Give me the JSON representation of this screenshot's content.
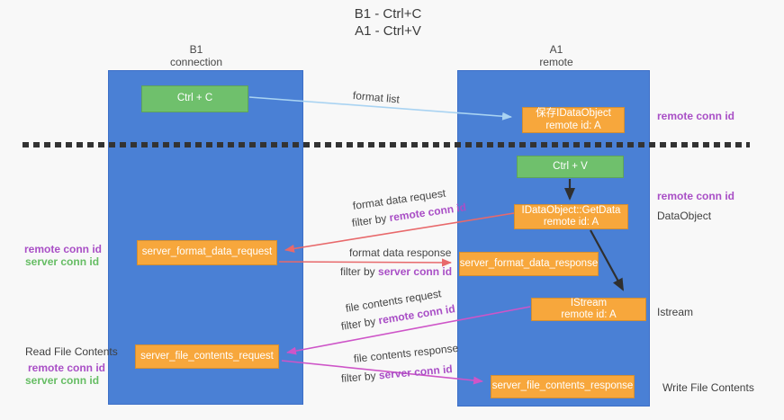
{
  "title": {
    "line1": "B1 - Ctrl+C",
    "line2": "A1 - Ctrl+V"
  },
  "lanes": {
    "left": {
      "name": "B1",
      "subtitle": "connection"
    },
    "right": {
      "name": "A1",
      "subtitle": "remote"
    }
  },
  "nodes": {
    "ctrl_c": {
      "label": "Ctrl + C"
    },
    "save_idataobject": {
      "line1": "保存IDataObject",
      "line2": "remote id: A"
    },
    "ctrl_v": {
      "label": "Ctrl + V"
    },
    "getdata": {
      "line1": "IDataObject::GetData",
      "line2": "remote id: A"
    },
    "server_format_data_request": {
      "label": "server_format_data_request"
    },
    "server_format_data_response": {
      "label": "server_format_data_response"
    },
    "istream": {
      "line1": "IStream",
      "line2": "remote id: A"
    },
    "server_file_contents_request": {
      "label": "server_file_contents_request"
    },
    "server_file_contents_response": {
      "label": "server_file_contents_response"
    }
  },
  "edge_labels": {
    "format_list": "format list",
    "format_data_request": "format data request",
    "format_data_request_filter_prefix": "filter by",
    "format_data_request_filter_id": "remote conn id",
    "format_data_response": "format data response",
    "format_data_response_filter_prefix": "filter by",
    "format_data_response_filter_id": "server conn id",
    "file_contents_request": "file contents request",
    "file_contents_request_filter_prefix": "filter by",
    "file_contents_request_filter_id": "remote conn id",
    "file_contents_response": "file contents response",
    "file_contents_response_filter_prefix": "filter by",
    "file_contents_response_filter_id": "server conn id"
  },
  "side_labels": {
    "right_top_remote_conn_id": "remote conn id",
    "right_mid_remote_conn_id": "remote conn id",
    "dataobject": "DataObject",
    "istream": "Istream",
    "write_file_contents": "Write File Contents",
    "left_remote_conn_id_1": "remote conn id",
    "left_server_conn_id_1": "server conn id",
    "read_file_contents": "Read File Contents",
    "left_remote_conn_id_2": "remote conn id",
    "left_server_conn_id_2": "server conn id"
  },
  "colors": {
    "lane_blue": "#4a80d5",
    "green_node": "#6fc06c",
    "orange_node": "#f7a73c",
    "purple_label": "#a94fc6",
    "green_label": "#66bd64",
    "red_arrow": "#e8696b",
    "magenta_arrow": "#ce55c8",
    "light_blue_arrow": "#a9d3f2",
    "dark": "#333333"
  }
}
